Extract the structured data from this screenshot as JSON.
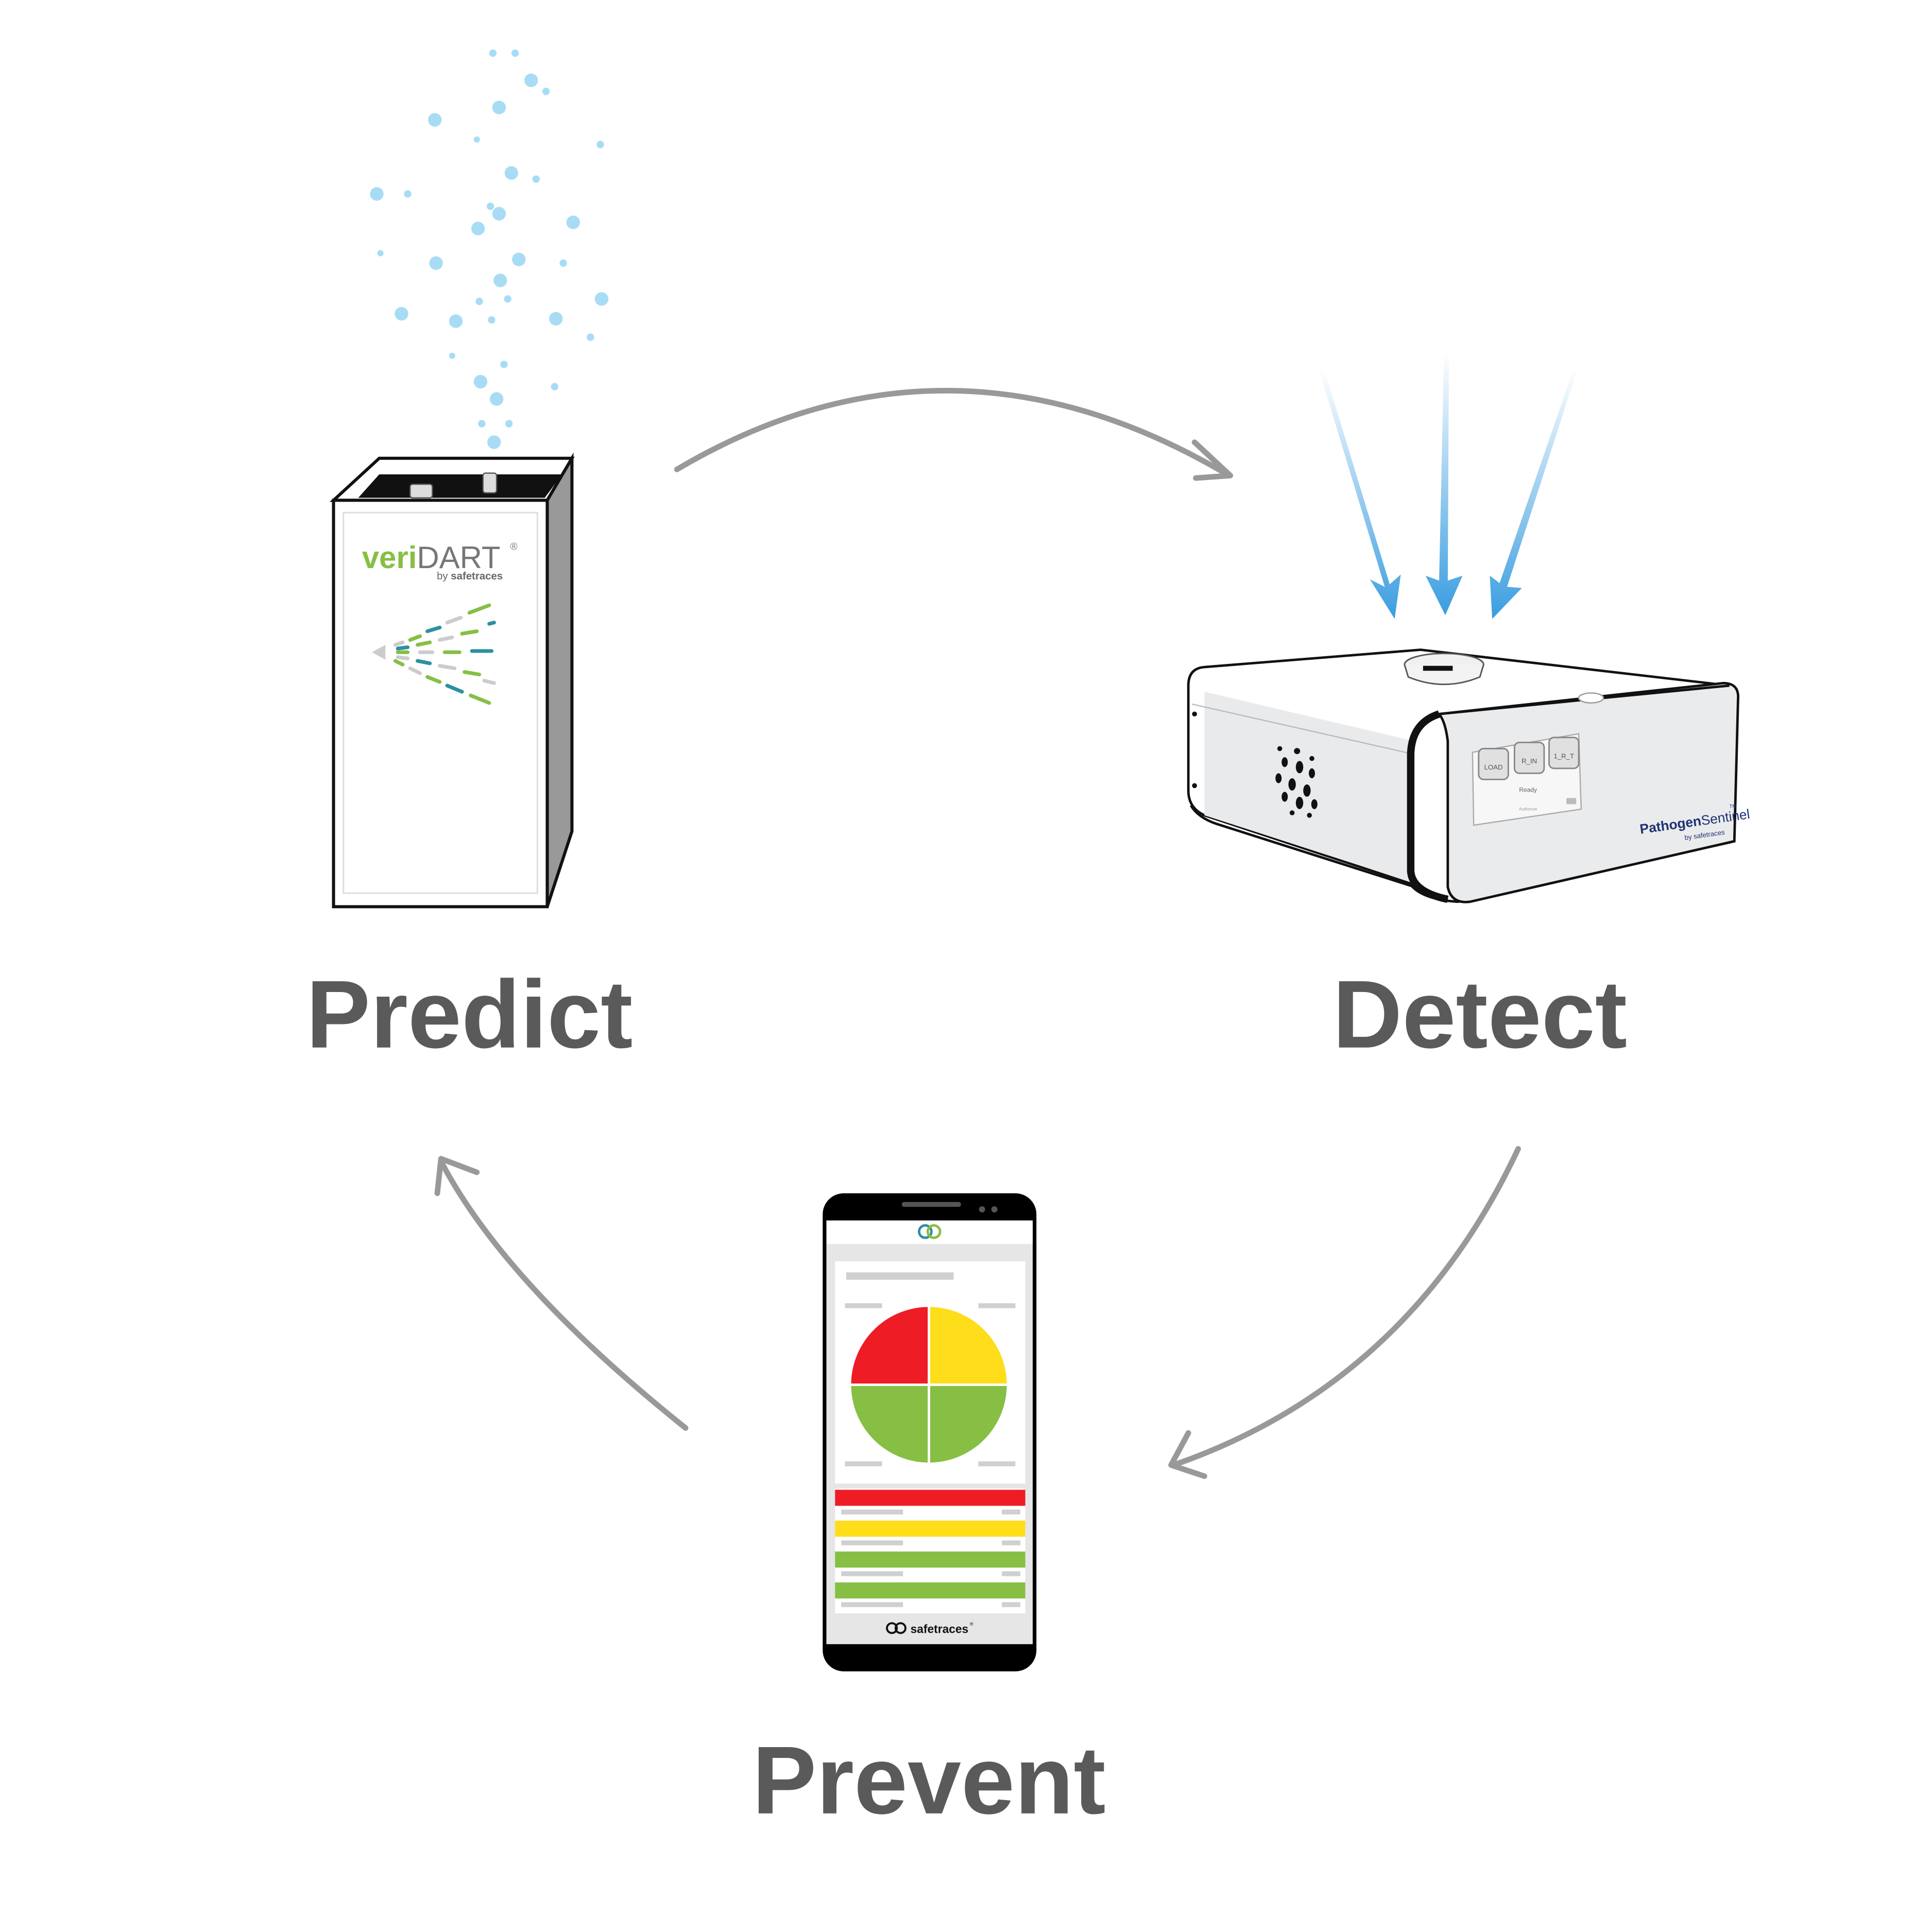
{
  "stages": [
    {
      "id": "predict",
      "label": "Predict"
    },
    {
      "id": "detect",
      "label": "Detect"
    },
    {
      "id": "prevent",
      "label": "Prevent"
    }
  ],
  "veridart": {
    "brand_a": "veri",
    "brand_b": "DART",
    "reg": "®",
    "byline_a": "by ",
    "byline_b": "safetraces"
  },
  "sentinel": {
    "brand_a": "Pathogen",
    "brand_b": "Sentinel",
    "tm": "TM",
    "byline": "by safetraces",
    "btn_1": "LOAD",
    "btn_2": "R_IN",
    "btn_3": "1_R_T",
    "status": "Ready",
    "sub": "Authorize"
  },
  "phone": {
    "footer_brand": "safetraces",
    "reg": "®"
  },
  "colors": {
    "red": "#ee1c25",
    "yellow": "#fedd1a",
    "green": "#86bf44",
    "label_gray": "#5a5a5a",
    "arrow_gray": "#999999",
    "particle_blue": "#a8dcf5",
    "veri_green": "#86bf44",
    "navy": "#1f3373"
  }
}
